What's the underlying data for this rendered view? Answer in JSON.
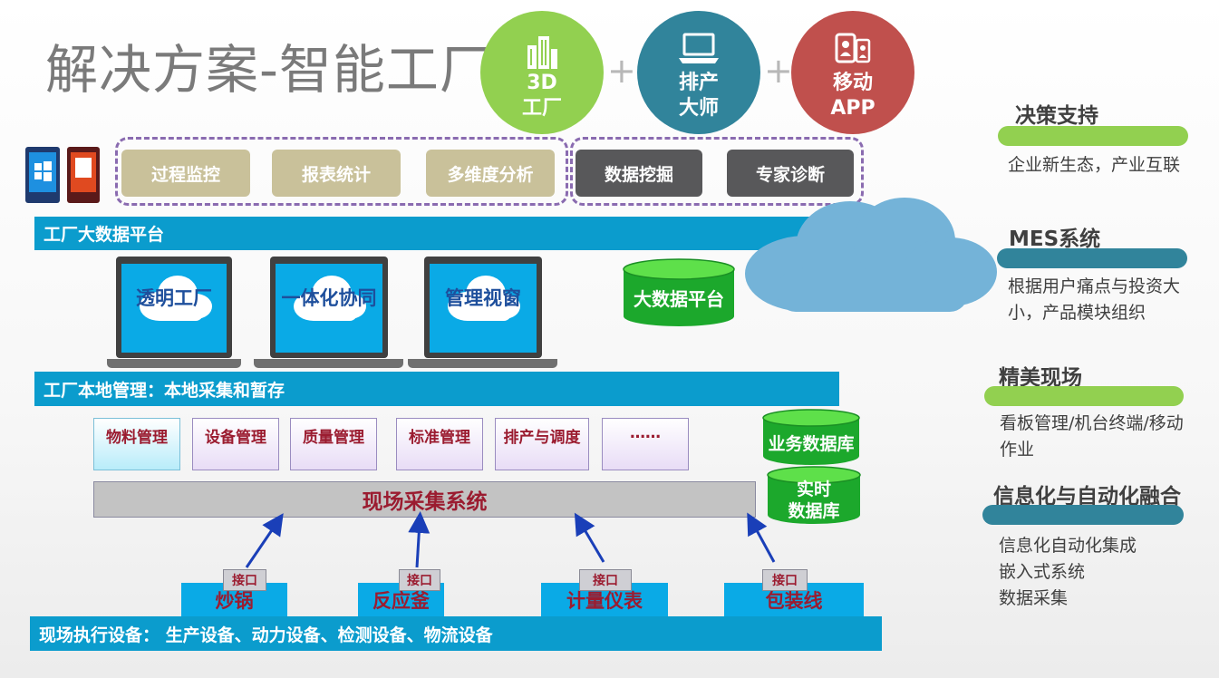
{
  "title": "解决方案-智能工厂",
  "top_circles": [
    {
      "label": "3D\n工厂",
      "icon": "building-icon",
      "color": "#92d050"
    },
    {
      "label": "排产\n大师",
      "icon": "laptop-icon",
      "color": "#31849b"
    },
    {
      "label": "移动\nAPP",
      "icon": "mobile-users-icon",
      "color": "#c0504d"
    }
  ],
  "plus_sign": "+",
  "analysis_functions": [
    "过程监控",
    "报表统计",
    "多维度分析"
  ],
  "advanced_functions": [
    "数据挖掘",
    "专家诊断"
  ],
  "big_data_bar": "工厂大数据平台",
  "laptops": [
    "透明工厂",
    "一体化协同",
    "管理视窗"
  ],
  "big_data_cylinder": "大数据平台",
  "local_bar": "工厂本地管理：本地采集和暂存",
  "modules": [
    "物料管理",
    "设备管理",
    "质量管理",
    "标准管理",
    "排产与调度",
    "……"
  ],
  "business_db": "业务数据库",
  "realtime_db": "实时\n数据库",
  "collection_system": "现场采集系统",
  "port_label": "接口",
  "devices": [
    "炒锅",
    "反应釜",
    "计量仪表",
    "包装线"
  ],
  "execution_bar": "现场执行设备：  生产设备、动力设备、检测设备、物流设备",
  "side_sections": [
    {
      "title": "决策支持",
      "text": "企业新生态，产业互联",
      "bar_color": "green"
    },
    {
      "title": "MES系统",
      "text": "根据用户痛点与投资大小，产品模块组织",
      "bar_color": "teal"
    },
    {
      "title": "精美现场",
      "text": "看板管理/机台终端/移动作业",
      "bar_color": "green"
    },
    {
      "title": "信息化与自动化融合",
      "text": "信息化自动化集成\n嵌入式系统\n数据采集",
      "bar_color": "teal"
    }
  ],
  "colors": {
    "accent_blue": "#0b9ccd",
    "green": "#92d050",
    "teal": "#31849b",
    "red": "#c0504d",
    "label_red": "#9b1c30"
  }
}
